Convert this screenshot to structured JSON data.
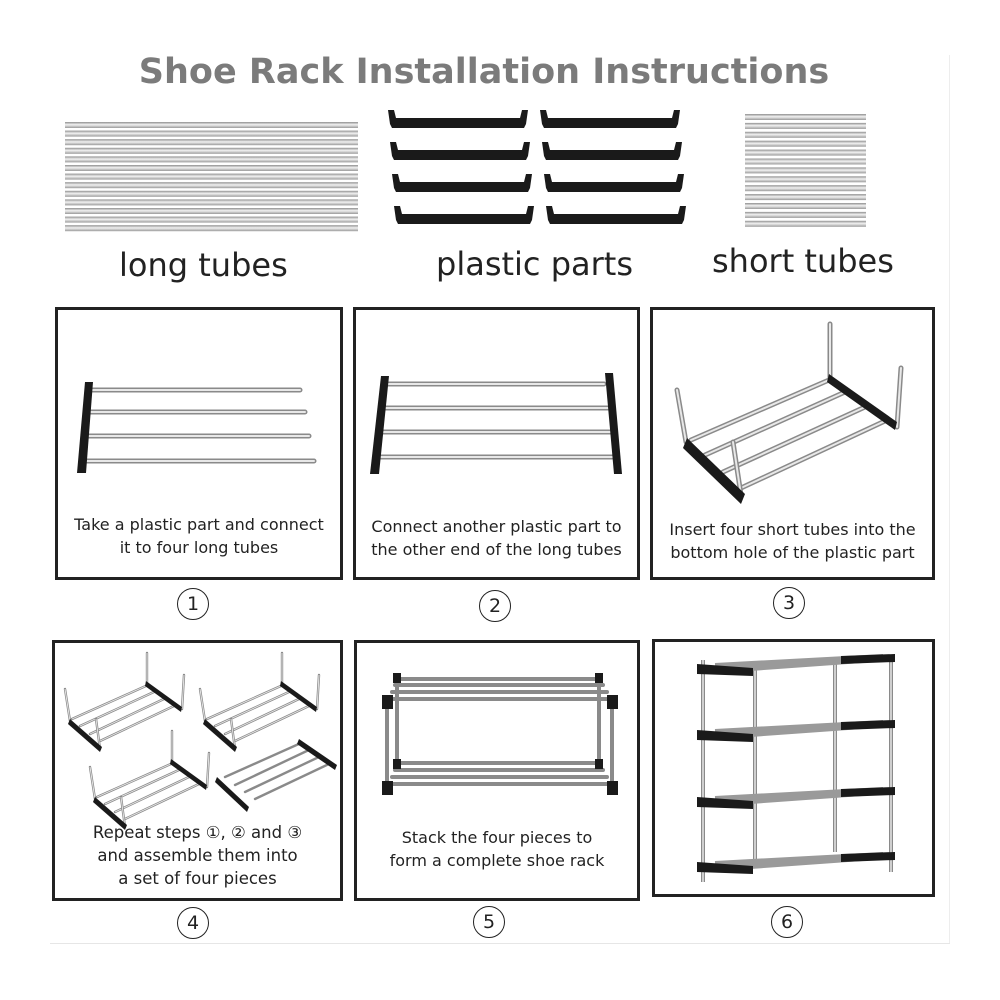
{
  "title": "Shoe Rack Installation Instructions",
  "parts": {
    "long_tubes": "long tubes",
    "plastic_parts": "plastic parts",
    "short_tubes": "short tubes"
  },
  "steps": [
    {
      "number": "1",
      "caption_line1": "Take a plastic part and connect",
      "caption_line2": "it to four long tubes",
      "caption_line3": ""
    },
    {
      "number": "2",
      "caption_line1": "Connect another plastic part to",
      "caption_line2": "the other end of the long tubes",
      "caption_line3": ""
    },
    {
      "number": "3",
      "caption_line1": "Insert four short tubes into the",
      "caption_line2": "bottom hole of the plastic part",
      "caption_line3": ""
    },
    {
      "number": "4",
      "caption_line1": "Repeat steps ①, ② and ③",
      "caption_line2": "and assemble them into",
      "caption_line3": "a set of four pieces"
    },
    {
      "number": "5",
      "caption_line1": "Stack the four pieces to",
      "caption_line2": "form a complete shoe rack",
      "caption_line3": ""
    },
    {
      "number": "6",
      "caption_line1": "",
      "caption_line2": "",
      "caption_line3": ""
    }
  ],
  "colors": {
    "title": "#7b7b7b",
    "tube": "#b9b9b9",
    "plastic": "#1a1a1a",
    "border": "#222222"
  }
}
